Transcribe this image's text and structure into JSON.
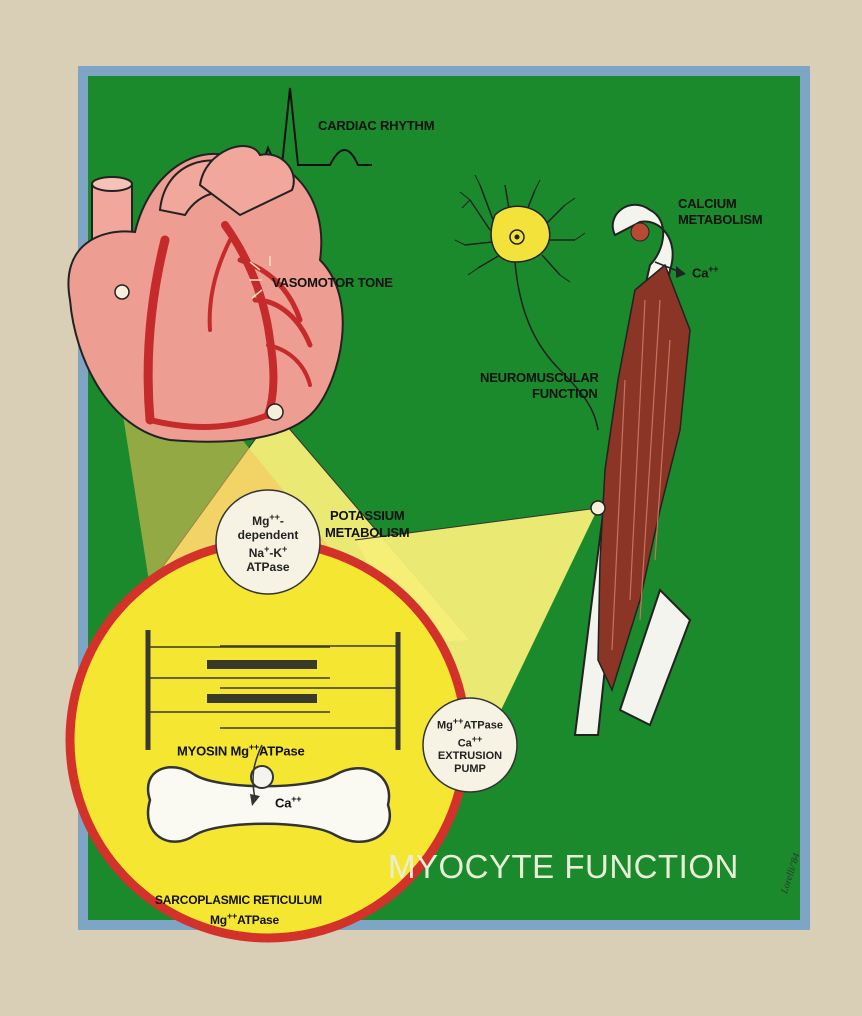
{
  "title": "MYOCYTE FUNCTION",
  "signature": "Lorelli/'84",
  "labels": {
    "cardiac_rhythm": "CARDIAC RHYTHM",
    "vasomotor_tone": "VASOMOTOR TONE",
    "calcium_metabolism_1": "CALCIUM",
    "calcium_metabolism_2": "METABOLISM",
    "calcium_ion": "Ca",
    "neuromuscular_1": "NEUROMUSCULAR",
    "neuromuscular_2": "FUNCTION",
    "potassium_1": "POTASSIUM",
    "potassium_2": "METABOLISM",
    "myosin": "MYOSIN Mg",
    "myosin_suffix": "ATPase",
    "sr_calcium": "Ca",
    "sr_1": "SARCOPLASMIC RETICULUM",
    "sr_2": "Mg",
    "sr_2_suffix": "ATPase",
    "plus_plus": "++"
  },
  "bubble_nak": {
    "line1": "Mg",
    "line1_sup": "++",
    "line1_tail": "-",
    "line2": "dependent",
    "line3_a": "Na",
    "line3_sup_a": "+",
    "line3_b": "-K",
    "line3_sup_b": "+",
    "line4": "ATPase"
  },
  "bubble_pump": {
    "line1": "Mg",
    "line1_sup": "++",
    "line1_tail": "ATPase",
    "line2": "Ca",
    "line2_sup": "++",
    "line3": "EXTRUSION",
    "line4": "PUMP"
  },
  "colors": {
    "background": "#d8cfb6",
    "panel": "#1a8a2c",
    "panel_border": "#7ea6c4",
    "heart": "#ee9d92",
    "vessel": "#c62b2b",
    "zoom_yellow": "#f6ee77",
    "cell_fill": "#f5e632",
    "cell_ring": "#d2322a",
    "muscle": "#8a3526",
    "neuron": "#f2e23a"
  }
}
